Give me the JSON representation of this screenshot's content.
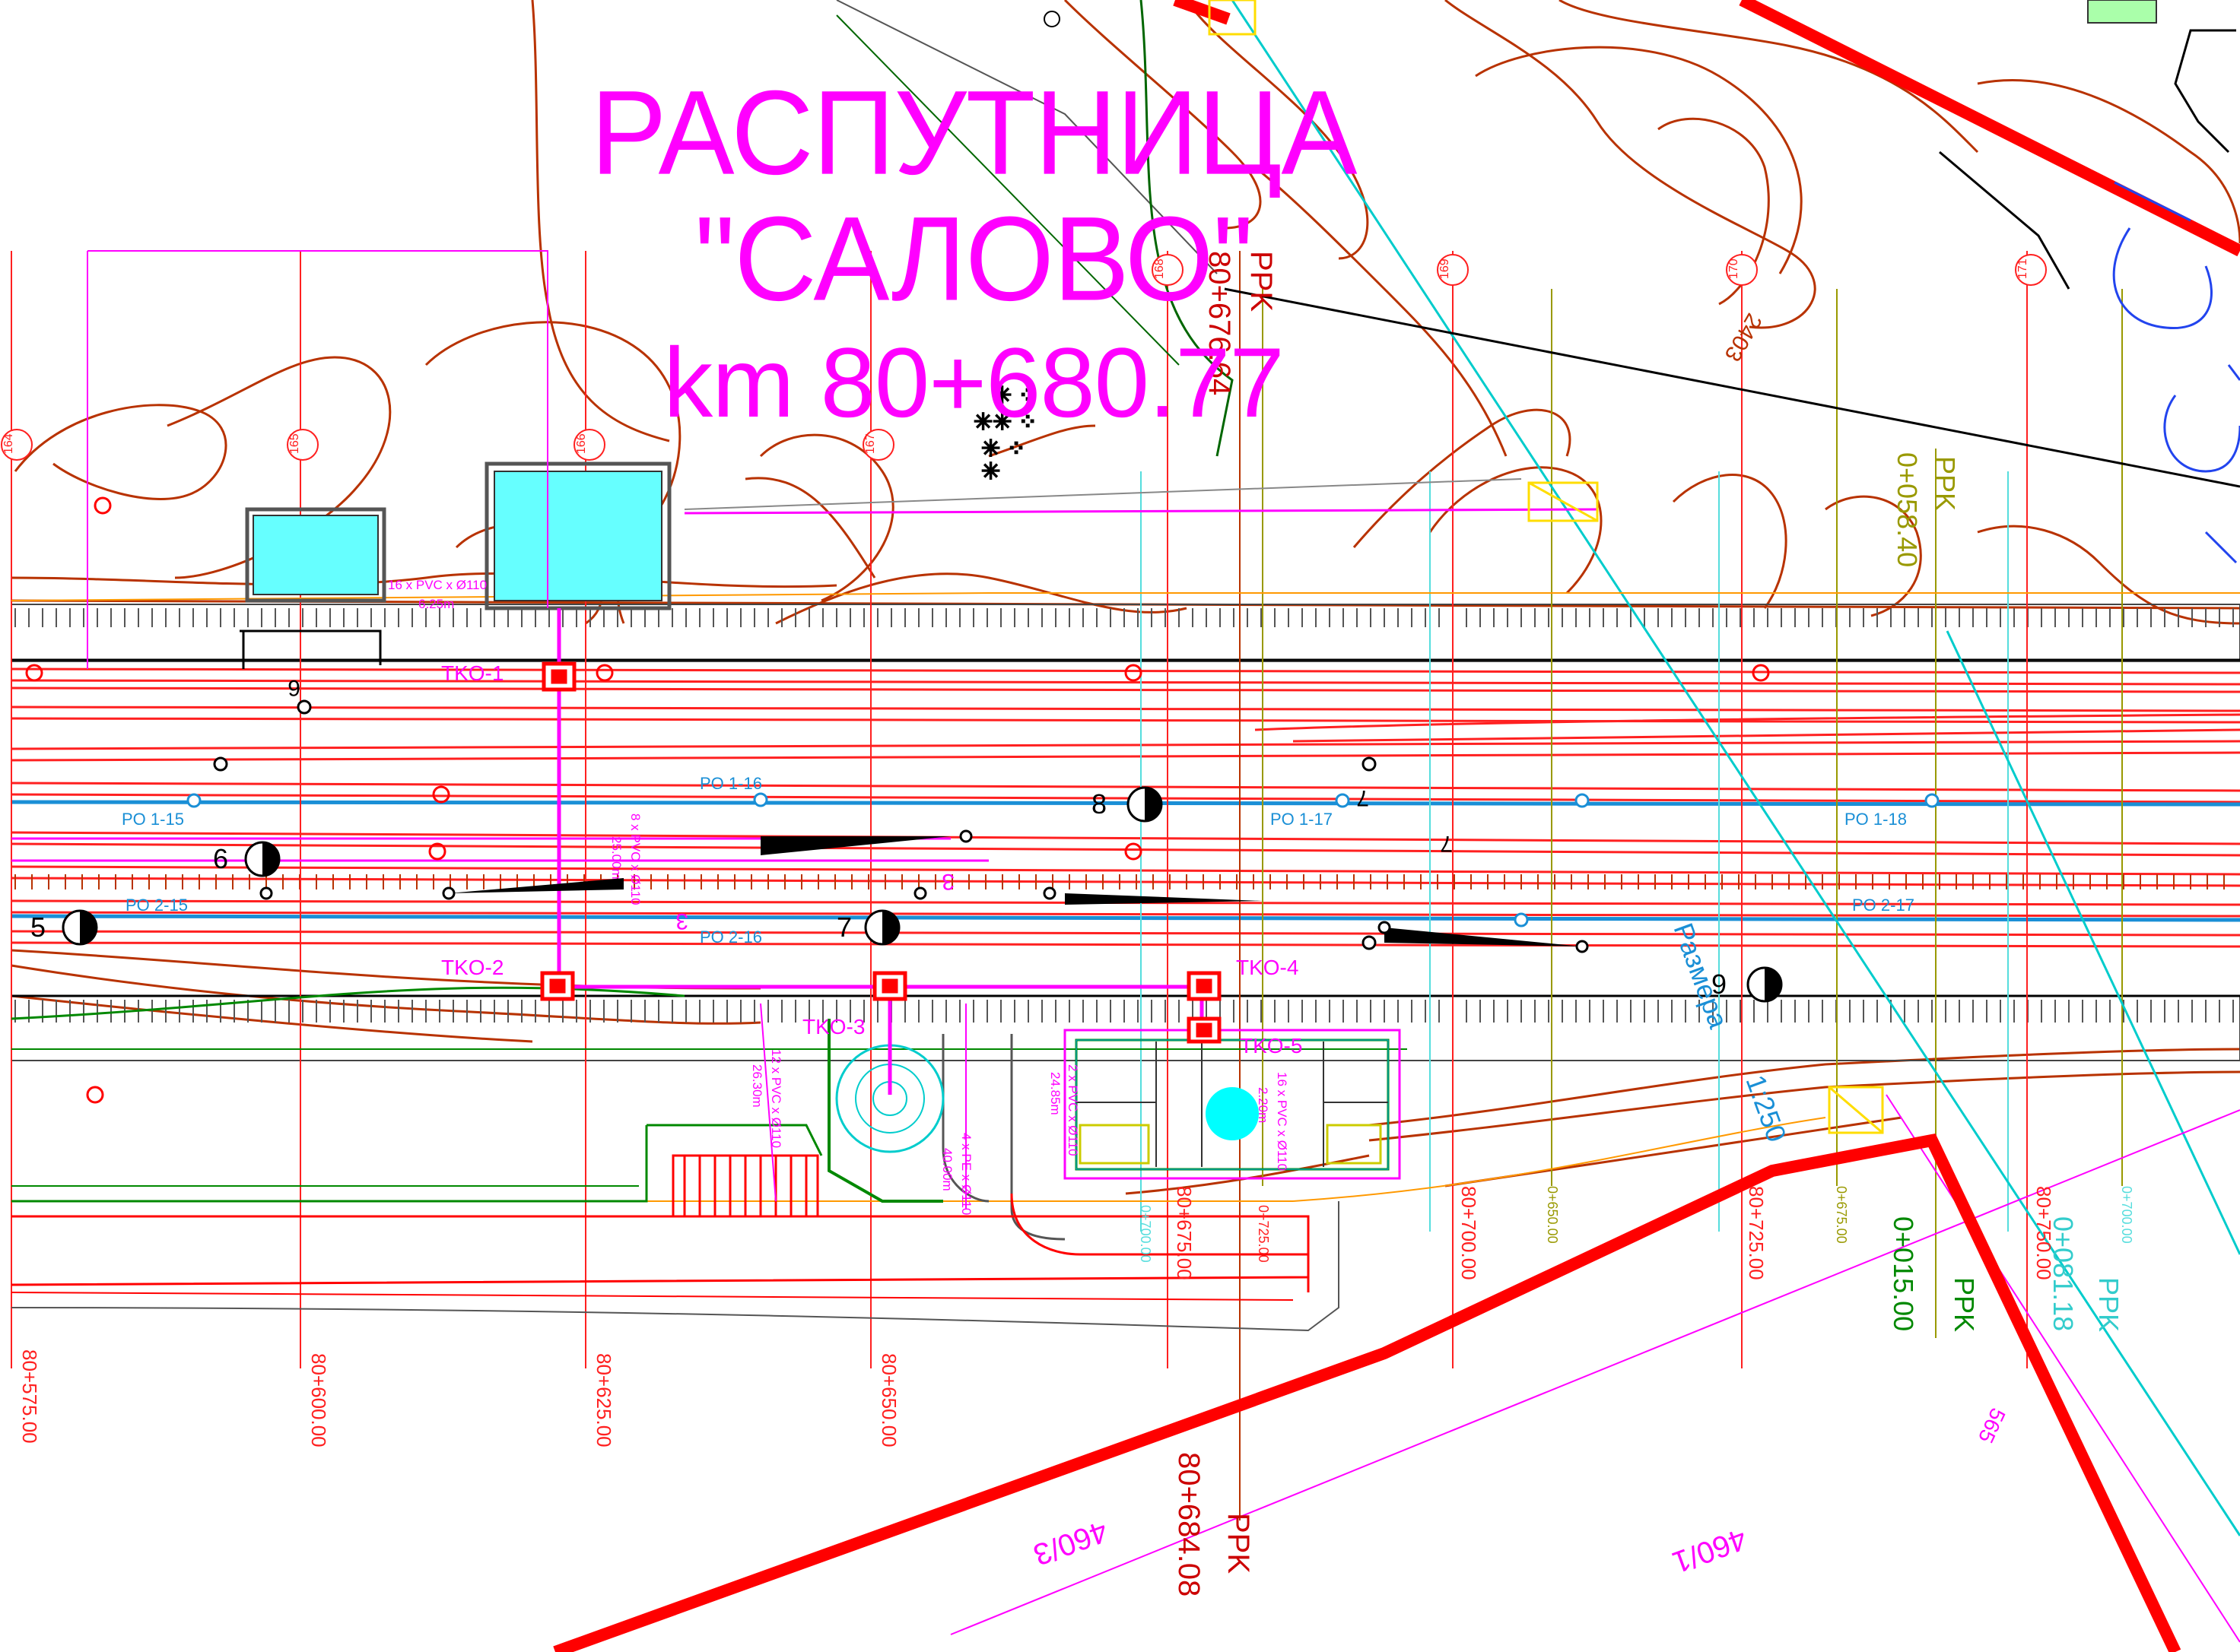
{
  "title": {
    "line1": "РАСПУТНИЦА \"САЛОВО\"",
    "line2": "km 80+680.77"
  },
  "colors": {
    "track": "#ff2020",
    "contour": "#b83200",
    "cable": "#ff00ff",
    "drain": "#1a8fd6",
    "boundary": "#ff0000",
    "water": "#66ffff",
    "fence": "#008800",
    "axis_cyan": "#00cccc",
    "axis_olive": "#999900"
  },
  "chainage_bottom": [
    "80+575.00",
    "80+600.00",
    "80+625.00",
    "80+650.00",
    "80+675.00",
    "80+700.00",
    "80+725.00",
    "80+750.00"
  ],
  "chainage_small": [
    "0+700.00",
    "0+725.00",
    "0+650.00",
    "0+675.00",
    "0+700.00"
  ],
  "profile_numbers": [
    "164",
    "165",
    "166",
    "167",
    "168",
    "169",
    "170",
    "171"
  ],
  "markers": {
    "ppk_top": "PPK",
    "ppk_top_km": "80+676.64",
    "ppk_bottom": "PPK",
    "ppk_bottom_km": "80+684.08",
    "ppk_right_olive": "PPK",
    "ppk_right_olive_km": "0+058.40",
    "ppk_right_green": "PPK",
    "ppk_right_green_km": "0+015.00",
    "ppk_right_cyan": "PPK",
    "ppk_right_cyan_km": "0+081.18"
  },
  "manholes": [
    "TKO-1",
    "TKO-2",
    "TKO-3",
    "TKO-4",
    "TKO-5"
  ],
  "drain_labels": [
    "PO 1-15",
    "PO 1-16",
    "PO 1-17",
    "PO 1-18",
    "PO 2-15",
    "PO 2-16",
    "PO 2-17"
  ],
  "signal_numbers": [
    "5",
    "6",
    "7",
    "8",
    "9"
  ],
  "cable_notes": {
    "n1": "16 x PVC x Ø110",
    "n1b": "6.25m",
    "n2": "8 x PVC x Ø110",
    "n2b": "25.00m",
    "n3": "12 x PVC x Ø110",
    "n3b": "26.30m",
    "n4": "4 x PE x Ø110",
    "n4b": "40.00m",
    "n5": "2 x PVC x Ø110",
    "n5b": "24.85m",
    "n6": "16 x PVC x Ø110",
    "n6b": "2.20m"
  },
  "parcels": [
    "460/3",
    "460/1",
    "2403",
    "565"
  ],
  "clearance": {
    "label": "Размера",
    "scale": "1:250"
  },
  "small_numbers": [
    "3",
    "3",
    "7",
    "7",
    "6"
  ]
}
